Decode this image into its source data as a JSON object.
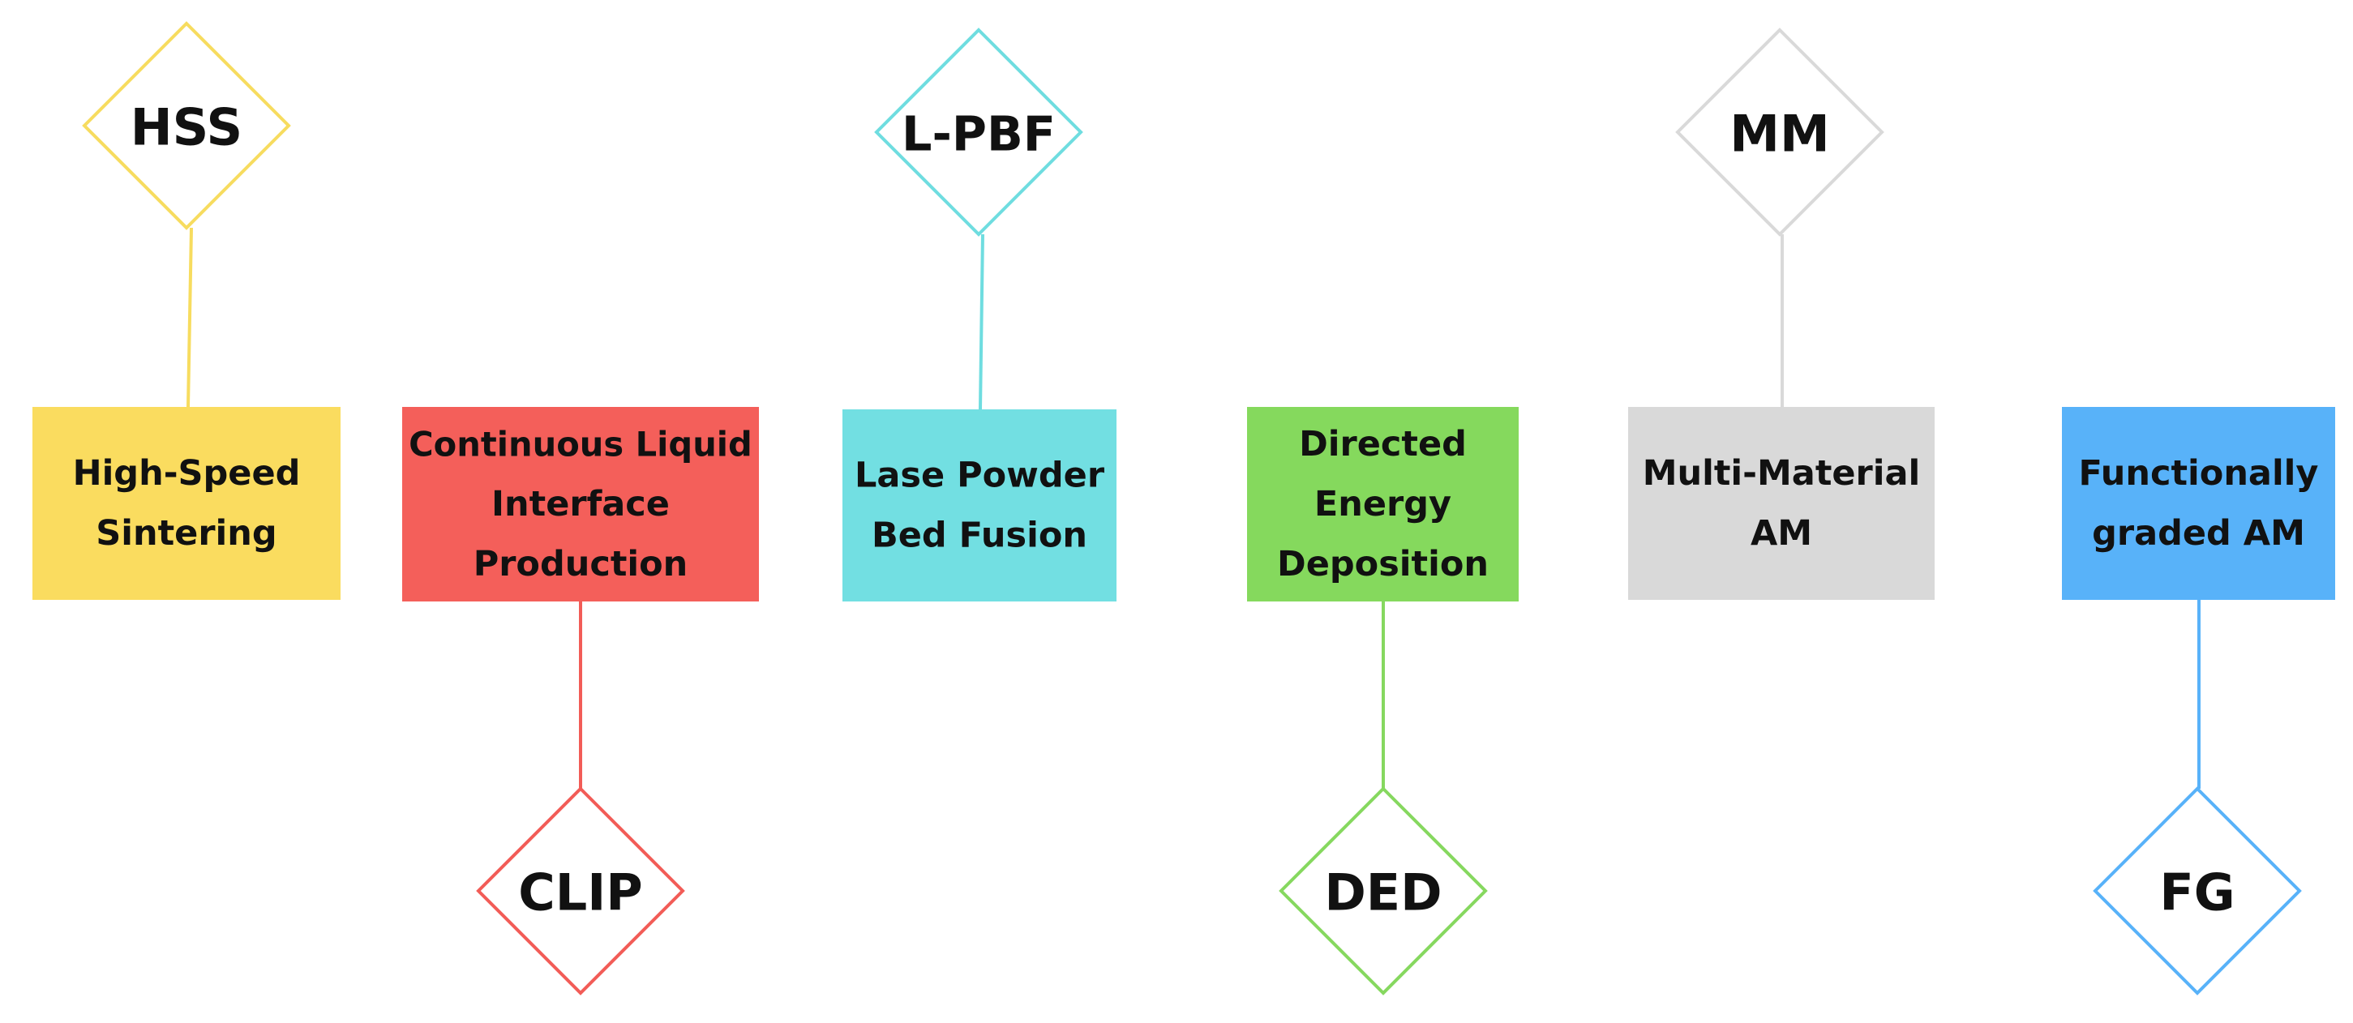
{
  "nodes": [
    {
      "abbr": "HSS",
      "lines": [
        "High-Speed",
        "Sintering"
      ],
      "box_color": "#fadc5f",
      "line_color": "#f7dc5f",
      "diamond_position": "top"
    },
    {
      "abbr": "CLIP",
      "lines": [
        "Continuous Liquid",
        "Interface",
        "Production"
      ],
      "box_color": "#f45f5a",
      "line_color": "#f25c57",
      "diamond_position": "bottom"
    },
    {
      "abbr": "L-PBF",
      "lines": [
        "Lase Powder",
        "Bed Fusion"
      ],
      "box_color": "#72dfe2",
      "line_color": "#6fdde0",
      "diamond_position": "top"
    },
    {
      "abbr": "DED",
      "lines": [
        "Directed",
        "Energy",
        "Deposition"
      ],
      "box_color": "#85d95d",
      "line_color": "#86d85f",
      "diamond_position": "bottom"
    },
    {
      "abbr": "MM",
      "lines": [
        "Multi-Material",
        "AM"
      ],
      "box_color": "#d9d9d9",
      "line_color": "#d9d9d9",
      "diamond_position": "top"
    },
    {
      "abbr": "FG",
      "lines": [
        "Functionally",
        "graded AM"
      ],
      "box_color": "#58b2f9",
      "line_color": "#58b2f9",
      "diamond_position": "bottom"
    }
  ]
}
